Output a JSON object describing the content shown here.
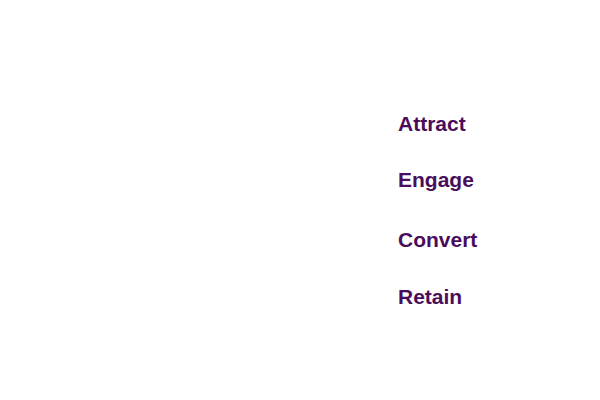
{
  "diagram": {
    "nodes": [
      {
        "text": [
          "Attract"
        ]
      },
      {
        "text": [
          "Engage"
        ]
      },
      {
        "text": [
          "Convert"
        ]
      },
      {
        "text": [
          "Retain"
        ]
      }
    ]
  }
}
